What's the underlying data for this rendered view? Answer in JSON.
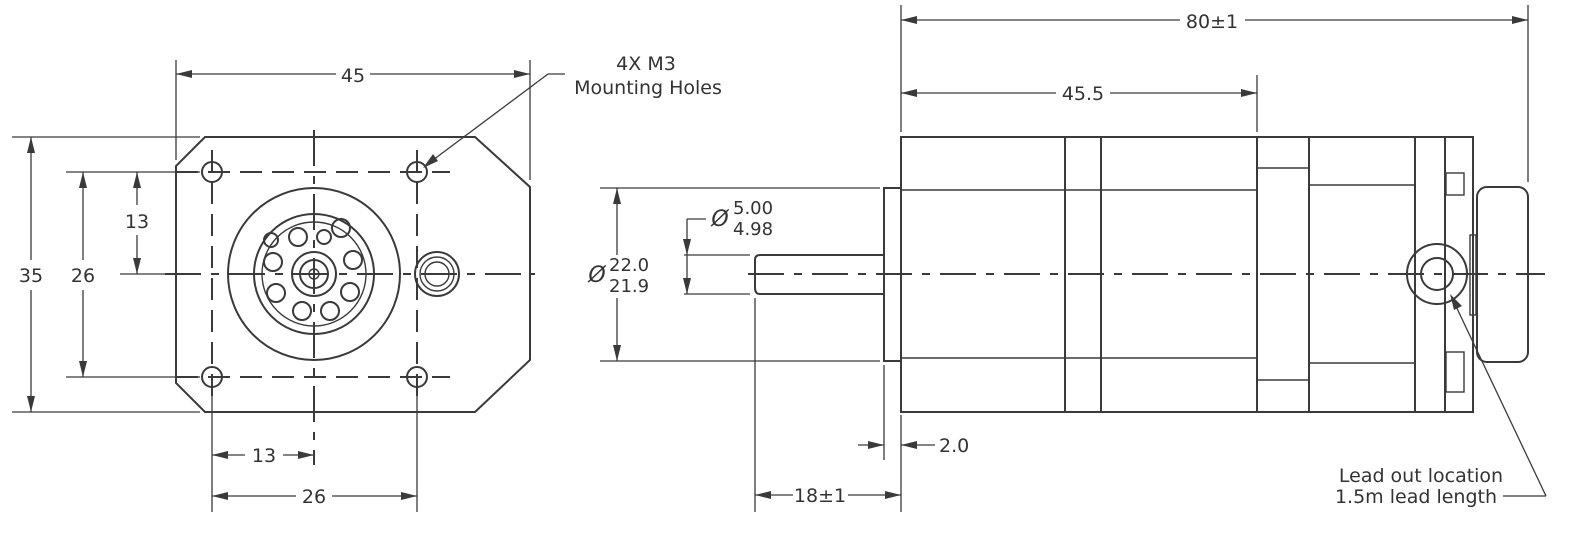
{
  "front_view": {
    "dims": {
      "width_top": "45",
      "height_total": "35",
      "hole_spacing_v": "26",
      "half_spacing_v": "13",
      "half_spacing_h": "13",
      "hole_spacing_h": "26"
    },
    "callout": {
      "line1": "4X M3",
      "line2": "Mounting Holes"
    }
  },
  "side_view": {
    "dims": {
      "overall_length": "80±1",
      "body_length": "45.5",
      "pilot_dia_symbol": "Ø",
      "pilot_dia_max": "22.0",
      "pilot_dia_min": "21.9",
      "shaft_dia_symbol": "Ø",
      "shaft_dia_max": "5.00",
      "shaft_dia_min": "4.98",
      "pilot_depth": "2.0",
      "shaft_length": "18±1"
    },
    "callout": {
      "line1": "Lead out location",
      "line2": "1.5m lead length"
    }
  }
}
